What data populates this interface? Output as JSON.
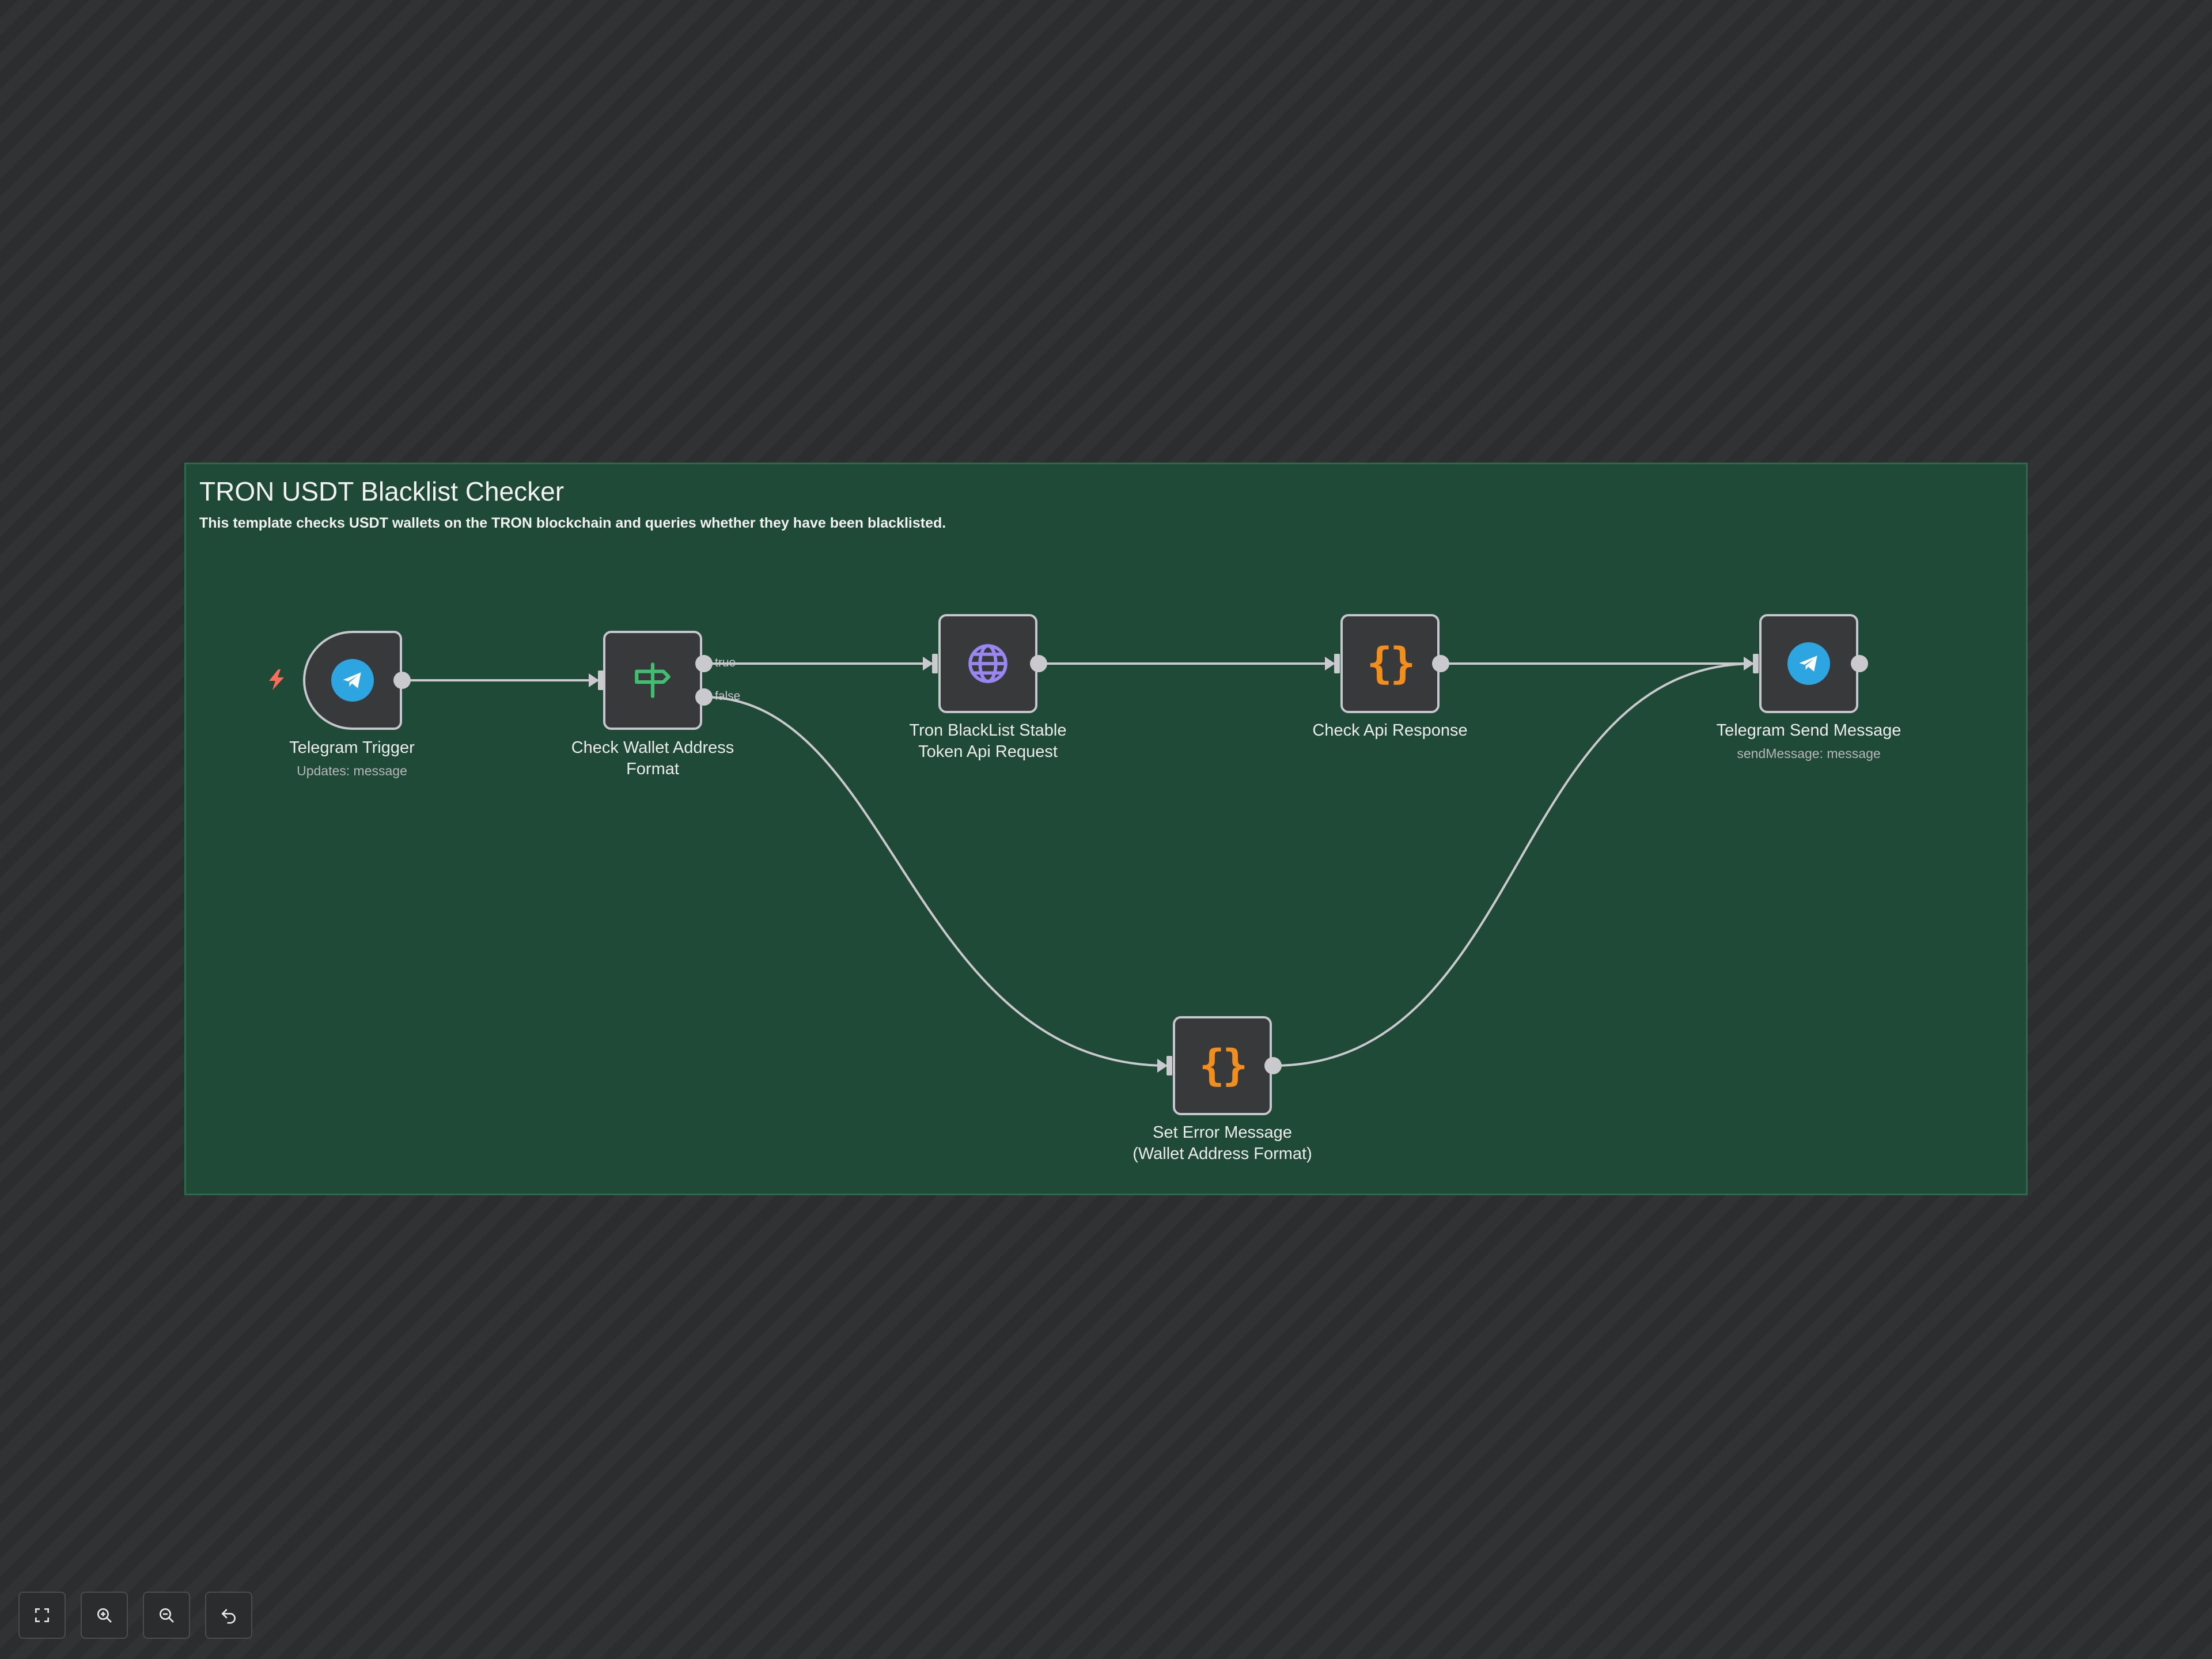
{
  "sticky": {
    "title": "TRON USDT Blacklist Checker",
    "description": "This template checks USDT wallets on the TRON blockchain and queries whether they have been blacklisted."
  },
  "nodes": {
    "telegram_trigger": {
      "label": "Telegram Trigger",
      "subtitle": "Updates: message",
      "icon": "telegram-icon"
    },
    "check_wallet": {
      "label_line1": "Check Wallet Address",
      "label_line2": "Format",
      "icon": "signpost-icon",
      "port_true": "true",
      "port_false": "false"
    },
    "tron_request": {
      "label_line1": "Tron BlackList Stable",
      "label_line2": "Token Api Request",
      "icon": "globe-icon"
    },
    "check_api": {
      "label": "Check Api Response",
      "icon": "code-braces-icon"
    },
    "telegram_send": {
      "label": "Telegram Send Message",
      "subtitle": "sendMessage: message",
      "icon": "telegram-icon"
    },
    "set_error": {
      "label_line1": "Set Error Message",
      "label_line2": "(Wallet Address Format)",
      "icon": "code-braces-icon"
    }
  },
  "controls": [
    "fit-view-icon",
    "zoom-in-icon",
    "zoom-out-icon",
    "reset-zoom-icon"
  ],
  "colors": {
    "sticky_bg": "#1e4a37",
    "node_bg": "#38393b",
    "telegram_blue": "#2da5e0",
    "code_orange": "#f28e1c",
    "signpost_green": "#3fbf6f",
    "globe_purple": "#9a86f0",
    "trigger_bolt": "#ff6d5a"
  }
}
